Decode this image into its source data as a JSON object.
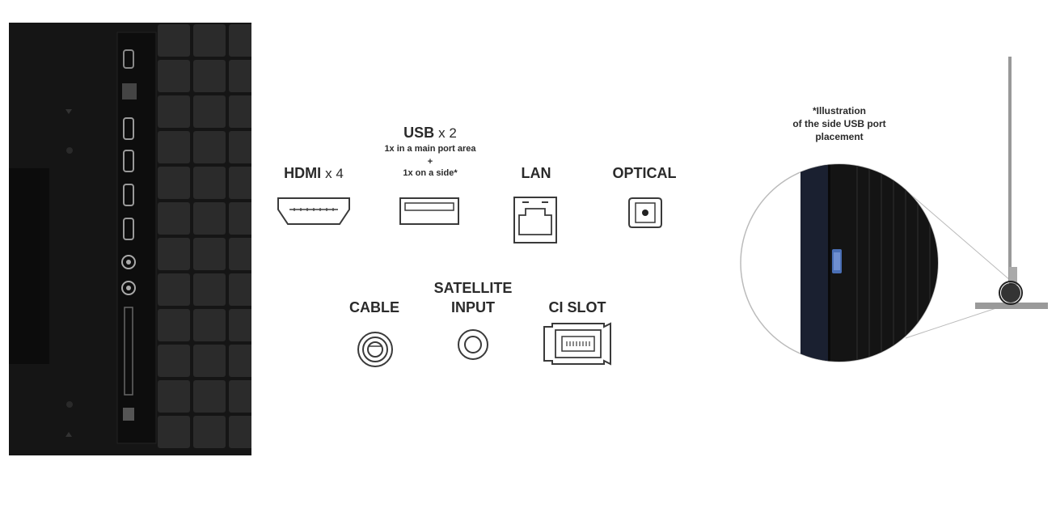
{
  "ports": {
    "hdmi": {
      "name": "HDMI",
      "count": "x 4"
    },
    "usb": {
      "name": "USB",
      "count": "x 2",
      "note_main": "1x in a main port area",
      "note_plus": "+",
      "note_side": "1x on a side*"
    },
    "lan": {
      "name": "LAN"
    },
    "optical": {
      "name": "OPTICAL"
    },
    "cable": {
      "name": "CABLE"
    },
    "satellite": {
      "name_line1": "SATELLITE",
      "name_line2": "INPUT"
    },
    "ci_slot": {
      "name": "CI SLOT"
    }
  },
  "side_illustration": {
    "line1": "*Illustration",
    "line2": "of the side USB port",
    "line3": "placement"
  },
  "colors": {
    "panel": "#151515",
    "tile": "#2b2b2b",
    "line_art": "#3a3a3a",
    "usb_blue": "#4a6fb5"
  }
}
